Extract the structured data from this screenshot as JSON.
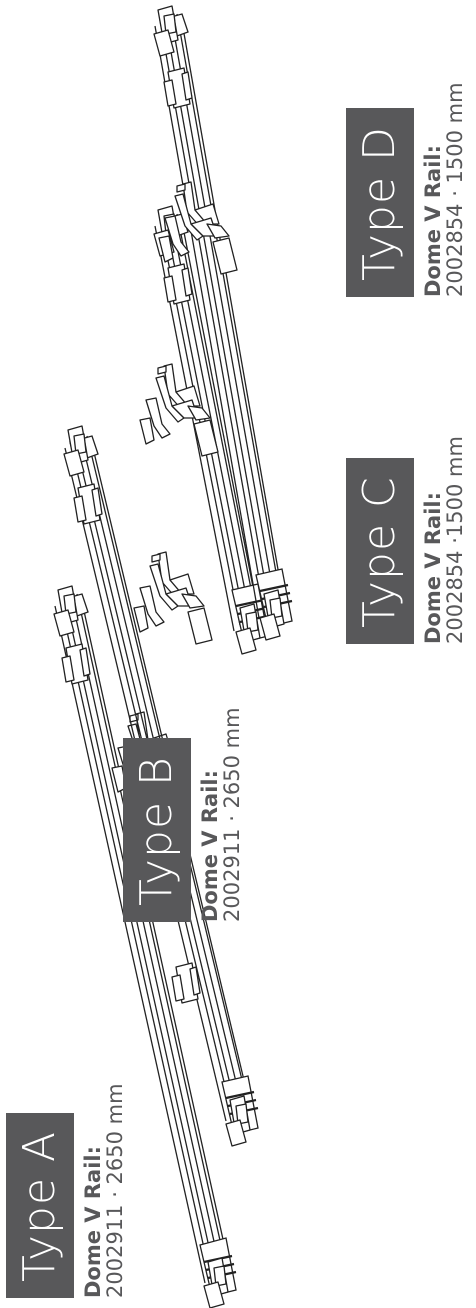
{
  "colors": {
    "label_background": "#58585a",
    "label_text": "#ffffff",
    "caption_text": "#58585a",
    "line": "#222222"
  },
  "types": [
    {
      "id": "a",
      "title": "Type A",
      "rail_name": "Dome V Rail:",
      "spec": "2002911 · 2650 mm"
    },
    {
      "id": "b",
      "title": "Type B",
      "rail_name": "Dome V Rail:",
      "spec": "2002911 · 2650 mm"
    },
    {
      "id": "c",
      "title": "Type C",
      "rail_name": "Dome V Rail:",
      "spec": "2002854 ·1500 mm"
    },
    {
      "id": "d",
      "title": "Type D",
      "rail_name": "Dome V Rail:",
      "spec": "2002854 · 1500 mm"
    }
  ]
}
